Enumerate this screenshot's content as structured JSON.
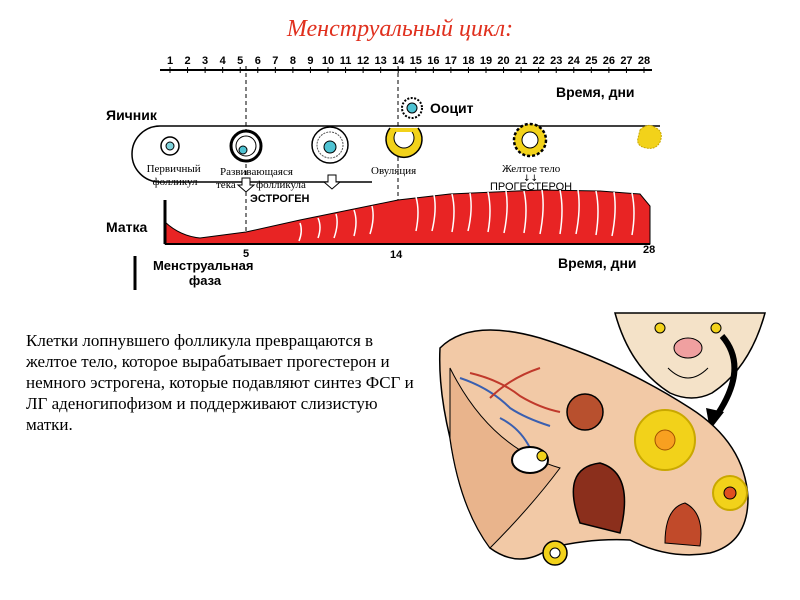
{
  "title": "Менструальный цикл:",
  "diagram": {
    "days": [
      "1",
      "2",
      "3",
      "4",
      "5",
      "6",
      "7",
      "8",
      "9",
      "10",
      "11",
      "12",
      "13",
      "14",
      "15",
      "16",
      "17",
      "18",
      "19",
      "20",
      "21",
      "22",
      "23",
      "24",
      "25",
      "26",
      "27",
      "28"
    ],
    "time_label_top": "Время, дни",
    "time_label_bottom": "Время, дни",
    "ovary_label": "Яичник",
    "uterus_label": "Матка",
    "oocyte_label": "Ооцит",
    "stage_primary": [
      "Первичный",
      "фолликул"
    ],
    "stage_developing": [
      "Развивающаяся",
      "тека",
      "фолликула"
    ],
    "stage_ovulation": "Овуляция",
    "stage_corpus_luteum": "Желтое тело",
    "hormone_estrogen": "ЭСТРОГЕН",
    "hormone_progesterone": "ПРОГЕСТЕРОН",
    "marker_5": "5",
    "marker_14": "14",
    "marker_28": "28",
    "menstrual_phase": [
      "Менструальная",
      "фаза"
    ]
  },
  "caption": "Клетки лопнувшего фолликула превращаются в желтое тело, которое вырабатывает прогестерон и немного эстрогена, которые подавляют синтез ФСГ и ЛГ аденогипофизом и поддерживают слизистую матки."
}
